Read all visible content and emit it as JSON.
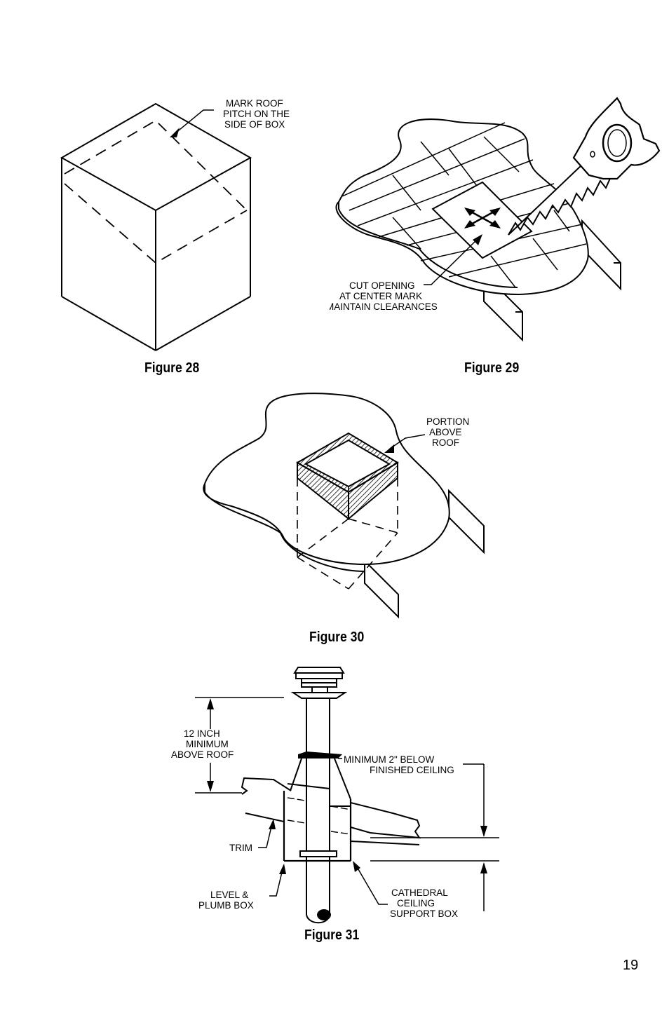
{
  "figure28": {
    "caption": "Figure 28",
    "callout": [
      "MARK ROOF",
      "PITCH ON THE",
      "SIDE OF BOX"
    ]
  },
  "figure29": {
    "caption": "Figure 29",
    "callout": [
      "CUT OPENING",
      "AT CENTER MARK",
      "MAINTAIN CLEARANCES"
    ]
  },
  "figure30": {
    "caption": "Figure 30",
    "callout": [
      "PORTION",
      "ABOVE",
      "ROOF"
    ]
  },
  "figure31": {
    "caption": "Figure 31",
    "callout_height": [
      "12 INCH",
      "MINIMUM",
      "ABOVE ROOF"
    ],
    "callout_below": [
      "MINIMUM 2\" BELOW",
      "FINISHED CEILING"
    ],
    "callout_trim": "TRIM",
    "callout_level": [
      "LEVEL &",
      "PLUMB BOX"
    ],
    "callout_support": [
      "CATHEDRAL",
      "CEILING",
      "SUPPORT BOX"
    ]
  },
  "page_number": "19"
}
